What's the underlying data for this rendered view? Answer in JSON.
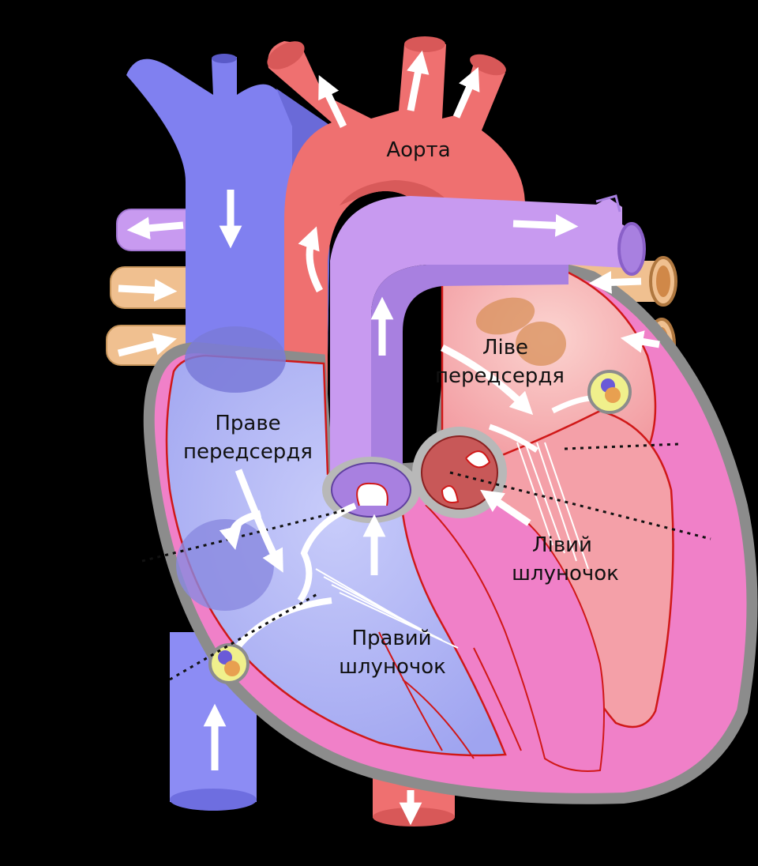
{
  "labels": {
    "aorta": "Аорта",
    "right_atrium_1": "Праве",
    "right_atrium_2": "передсердя",
    "left_atrium_1": "Ліве",
    "left_atrium_2": "передсердя",
    "left_ventricle_1": "Лівий",
    "left_ventricle_2": "шлуночок",
    "right_ventricle_1": "Правий",
    "right_ventricle_2": "шлуночок"
  },
  "colors": {
    "background": "#000000",
    "vena_cava": "#8080f0",
    "vena_cava_dark": "#6a6ad8",
    "aorta": "#ef7070",
    "aorta_dark": "#d85a5a",
    "pulmonary_artery": "#c89af0",
    "pulmonary_vein": "#f0c090",
    "left_side_wall": "#f080c8",
    "right_chamber": "#aab0f8",
    "left_chamber": "#f4a0a8",
    "outline_grey": "#8c8c8c",
    "arrow": "#ffffff"
  }
}
